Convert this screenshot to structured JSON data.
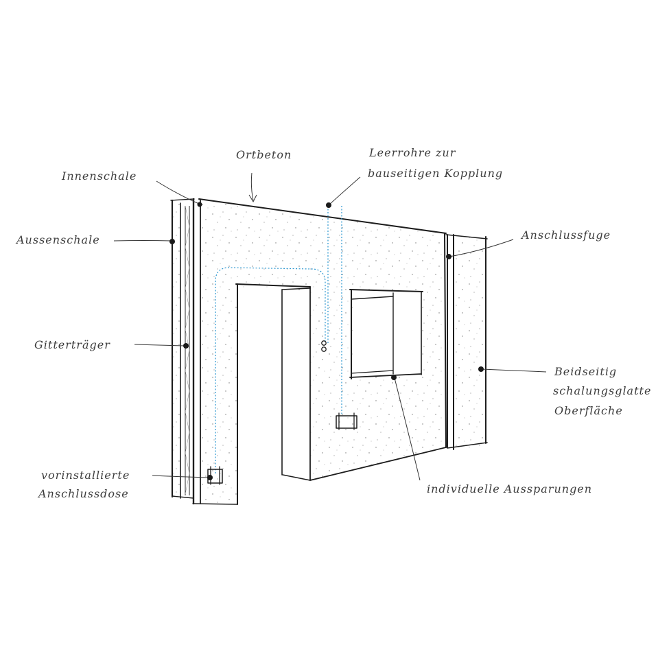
{
  "labels": {
    "ortbeton": "Ortbeton",
    "leerrohre_1": "Leerrohre zur",
    "leerrohre_2": "bauseitigen Kopplung",
    "innenschale": "Innenschale",
    "aussenschale": "Aussenschale",
    "anschlussfuge": "Anschlussfuge",
    "gittertraeger": "Gitterträger",
    "oberflaeche_1": "Beidseitig",
    "oberflaeche_2": "schalungsglatte",
    "oberflaeche_3": "Oberfläche",
    "anschlussdose_1": "vorinstallierte",
    "anschlussdose_2": "Anschlussdose",
    "aussparungen": "individuelle Aussparungen"
  },
  "colors": {
    "ink": "#1d1d1d",
    "label": "#3c3c3c",
    "conduit": "#2a96d0",
    "background": "#ffffff"
  }
}
